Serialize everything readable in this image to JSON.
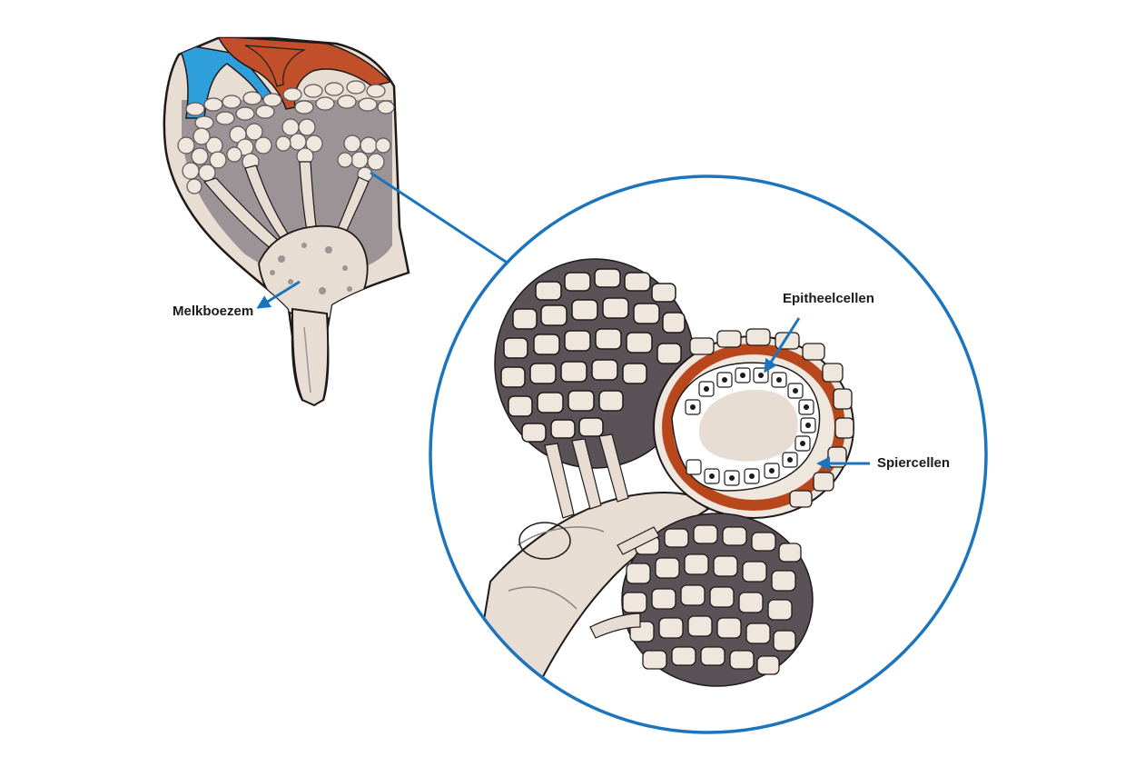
{
  "labels": {
    "melkboezem": "Melkboezem",
    "epitheelcellen": "Epitheelcellen",
    "spiercellen": "Spiercellen"
  },
  "colors": {
    "accent": "#1c75bc",
    "vein": "#2f9fdc",
    "artery": "#c1502a",
    "tissue": "#e8ddd2",
    "cell_fill": "#efe7de",
    "cell_shadow": "#5b5257",
    "muscle": "#b8471c",
    "outline": "#1e1a1a"
  },
  "icons": [
    "arrow-icon"
  ]
}
